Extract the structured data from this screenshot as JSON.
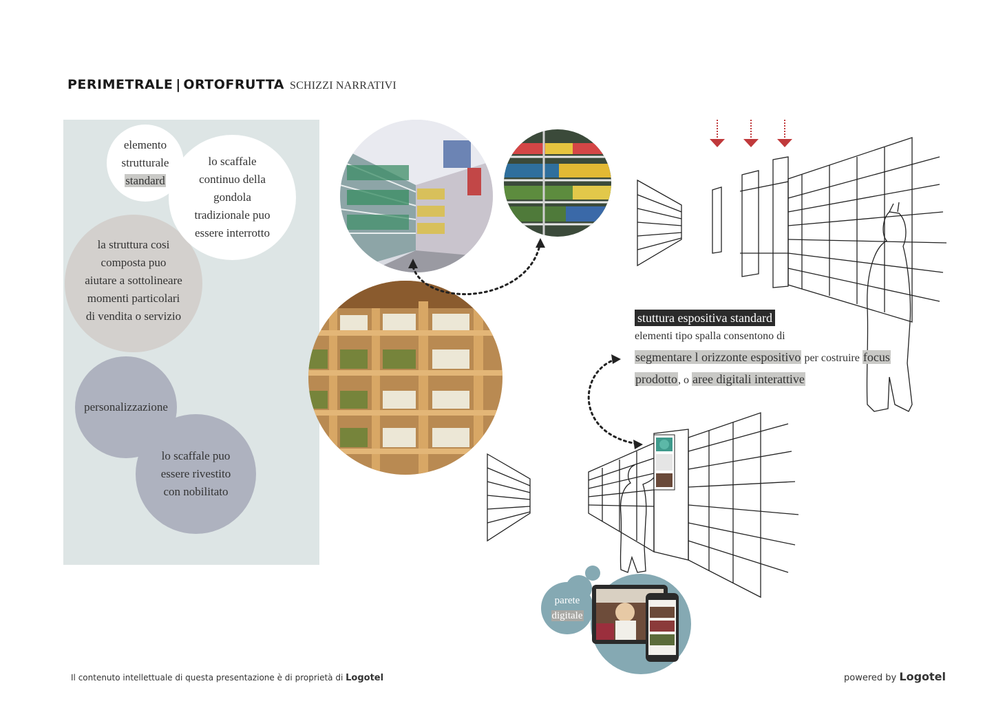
{
  "header": {
    "title_part1": "PERIMETRALE",
    "separator": "|",
    "title_part2": "ORTOFRUTTA",
    "subtitle": "SCHIZZI NARRATIVI"
  },
  "panel_bubbles": {
    "b1_line1": "elemento",
    "b1_line2": "strutturale",
    "b1_hl": "standard",
    "b2_line1": "lo scaffale",
    "b2_line2": "continuo della",
    "b2_line3": "gondola",
    "b2_line4": "tradizionale puo",
    "b2_line5": "essere interrotto",
    "b3_line1": "la struttura cosi",
    "b3_line2": "composta puo",
    "b3_line3": "aiutare a sottolineare",
    "b3_line4": "momenti particolari",
    "b3_line5": "di vendita o servizio",
    "b4_line1": "personalizzazione",
    "b5_line1": "lo scaffale puo",
    "b5_line2": "essere rivestito",
    "b5_line3": "con nobilitato"
  },
  "callout": {
    "title": "stuttura espositiva standard",
    "line1": "elementi tipo spalla consentono di",
    "hl1": "segmentare l orizzonte espositivo",
    "mid": " per costruire ",
    "hl2": "focus",
    "hl3": "prodotto",
    "mid2": ", o ",
    "hl4": "aree digitali interattive"
  },
  "digital_bubble": {
    "line1": "parete",
    "hl": "digitale"
  },
  "footer": {
    "left_text": "Il contenuto intellettuale di questa presentazione è di proprietà di ",
    "left_brand": "Logotel",
    "right_text": "powered by ",
    "right_brand": "Logotel"
  },
  "colors": {
    "panel_bg": "#dde5e5",
    "bubble_grey": "#d3d0cd",
    "bubble_slate": "#aeb2bf",
    "bubble_teal": "#85a9b3",
    "arrow_red": "#c0393b",
    "highlight": "#c9c9c6"
  }
}
